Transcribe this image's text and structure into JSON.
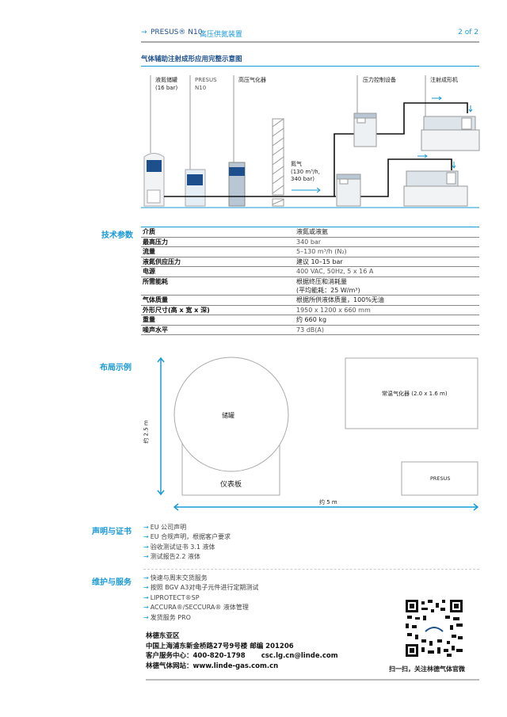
{
  "header": {
    "arrow": "→",
    "product": "PRESUS® N10.",
    "subtitle": "高压供氮装置",
    "page": "2 of 2"
  },
  "diagram": {
    "title": "气体辅助注射成形应用完整示意图",
    "labels": {
      "tank": "液氮储罐",
      "tank_pressure": "(16 bar)",
      "presus": "PRESUS",
      "presus_model": "N10",
      "vaporizer": "高压气化器",
      "pressure_control": "压力控制设备",
      "molding": "注射成形机"
    },
    "flow": {
      "gas": "氮气",
      "rate": "(130 m³/h,",
      "pressure": "340 bar)"
    }
  },
  "specs": {
    "label": "技术参数",
    "rows": [
      {
        "k": "介质",
        "v": "液氮或液氩"
      },
      {
        "k": "最高压力",
        "v": "340 bar"
      },
      {
        "k": "流量",
        "v": "5–130 m³/h (N₂)"
      },
      {
        "k": "液氮供应压力",
        "v": "建议 10–15 bar"
      },
      {
        "k": "电源",
        "v": "400 VAC, 50Hz, 5 x 16 A"
      },
      {
        "k": "所需能耗",
        "v": "根据终压和消耗量",
        "v2": "(平均能耗：25 W/m³)"
      },
      {
        "k": "气体质量",
        "v": "根据所供液体质量，100%无油"
      },
      {
        "k": "外形尺寸(高 x 宽 x 深)",
        "v": "1950 x 1200 x 660 mm"
      },
      {
        "k": "重量",
        "v": "约 660 kg"
      },
      {
        "k": "噪声水平",
        "v": "73 dB(A)"
      }
    ]
  },
  "layout": {
    "label": "布局示例",
    "tank": "储罐",
    "panel": "仪表板",
    "vaporizer": "常温气化器 (2.0 x 1.6 m)",
    "presus": "PRESUS",
    "height": "约 2.5 m",
    "width": "约 5 m"
  },
  "certs": {
    "label": "声明与证书",
    "items": [
      "EU 公司声明",
      "EU 合规声明，根据客户要求",
      "验收测试证书 3.1 液体",
      "测试报告2.2 液体"
    ]
  },
  "service": {
    "label": "维护与服务",
    "items": [
      "快速与周末交货服务",
      "按照 BGV A3对电子元件进行定期测试",
      "LIPROTECT®SP",
      "ACCURA®/SECCURA® 液体管理",
      "发货服务 PRO"
    ]
  },
  "contact": {
    "region": "林德东亚区",
    "address": "中国上海浦东新金桥路27号9号楼 邮编 201206",
    "hotline": "客户服务中心：400-820-1798",
    "email": "csc.lg.cn@linde.com",
    "website": "林德气体网站：www.linde-gas.com.cn",
    "qr_caption": "扫一扫，关注林德气体官微"
  },
  "colors": {
    "accent": "#1a9ad6",
    "logo": "#1c4f8c"
  }
}
